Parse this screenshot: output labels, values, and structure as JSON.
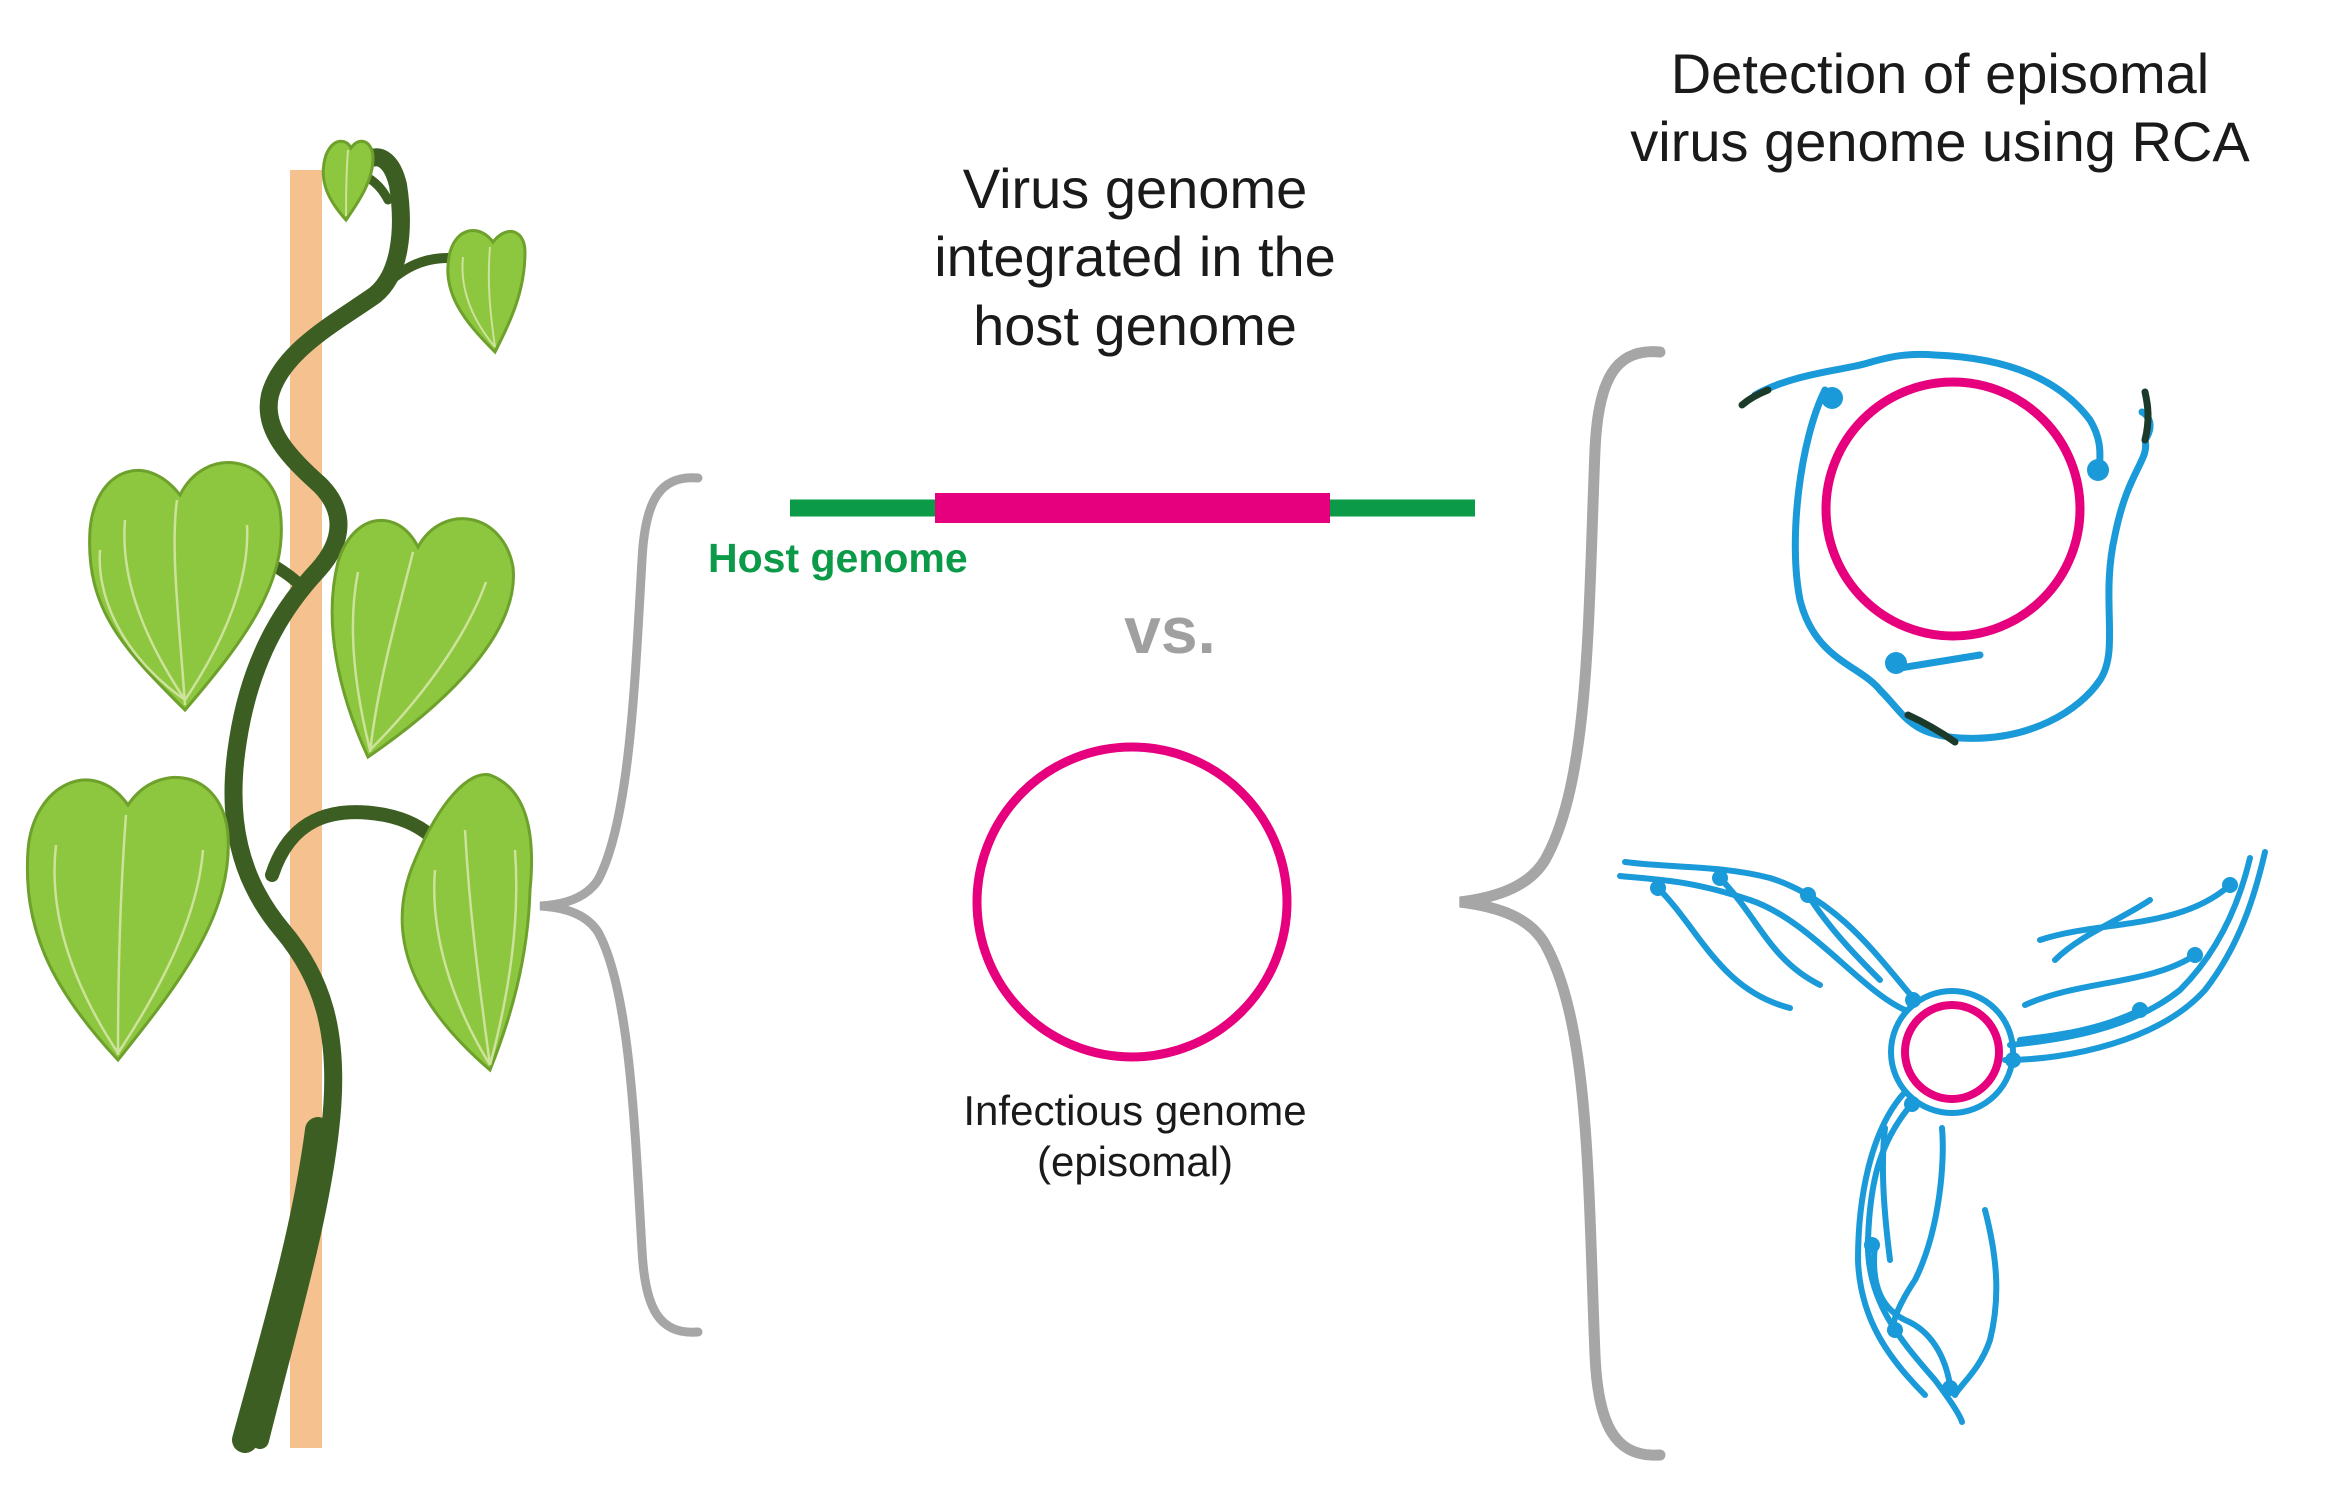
{
  "integrated": {
    "title_lines": [
      "Virus genome",
      "integrated in the",
      "host genome"
    ],
    "host_label": "Host genome"
  },
  "vs_label": "vs.",
  "episomal": {
    "label_lines": [
      "Infectious genome",
      "(episomal)"
    ]
  },
  "detection": {
    "title_lines": [
      "Detection of episomal",
      "virus genome using RCA"
    ]
  },
  "colors": {
    "host_dna": "#0a9a48",
    "virus_dna": "#e6007e",
    "rca_product": "#1a9ad9",
    "bracket": "#a6a6a6",
    "leaf": "#8dc63f",
    "stem": "#3d5e22",
    "stake": "#f5c28f"
  }
}
